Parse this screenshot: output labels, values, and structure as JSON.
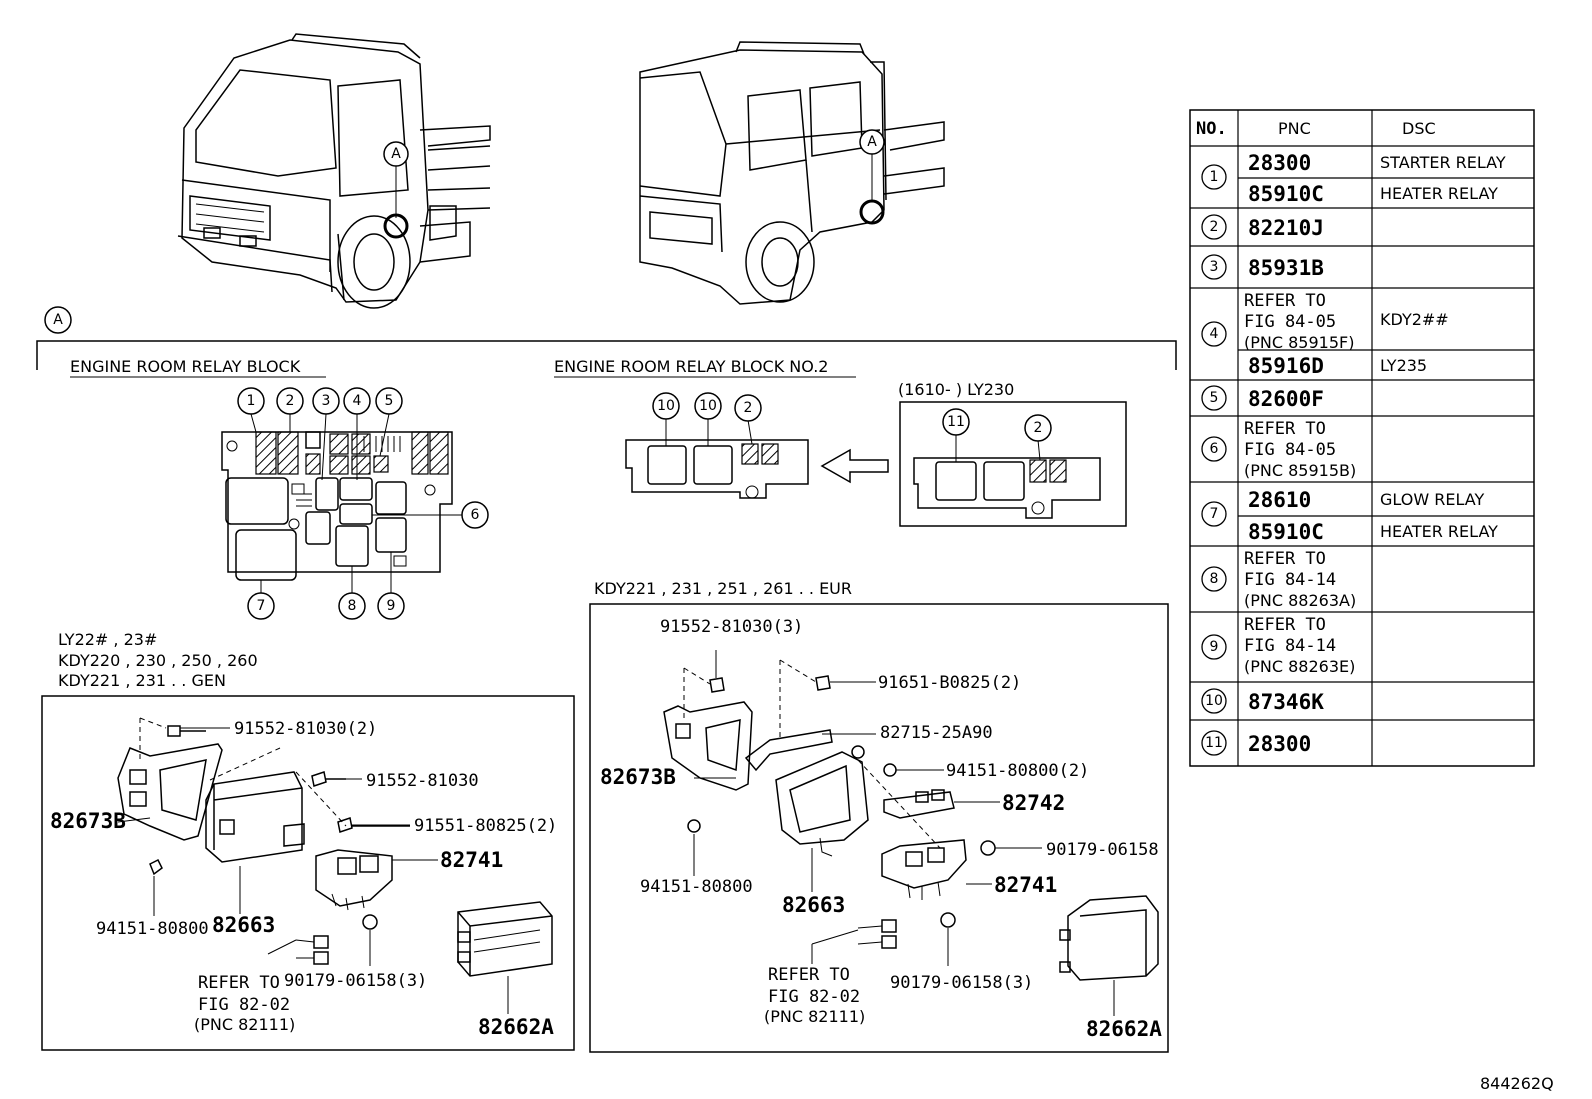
{
  "section_marker": "A",
  "callout_A": "A",
  "relay_block": {
    "title": "ENGINE ROOM RELAY BLOCK",
    "callouts": [
      "1",
      "2",
      "3",
      "4",
      "5",
      "6",
      "7",
      "8",
      "9"
    ]
  },
  "relay_block_no2": {
    "title": "ENGINE ROOM RELAY BLOCK NO.2",
    "callouts": [
      "10",
      "10",
      "2"
    ],
    "variant_label": "(1610-       ) LY230",
    "variant_callouts": [
      "11",
      "2"
    ]
  },
  "left_box": {
    "heading": [
      "LY22# , 23#",
      "KDY220 , 230 , 250 , 260",
      "KDY221 , 231 . . GEN"
    ],
    "parts": {
      "p1": "91552-81030(2)",
      "p2": "91552-81030",
      "p3": "91551-80825(2)",
      "p4": "82741",
      "p5": "82673B",
      "p6": "94151-80800",
      "p7": "82663",
      "p8": "90179-06158(3)",
      "p9": "82662A"
    },
    "refer": [
      "REFER TO",
      "FIG 82-02",
      "(PNC 82111)"
    ]
  },
  "right_box": {
    "heading": "KDY221 , 231 , 251 , 261 . . EUR",
    "parts": {
      "p1": "91552-81030(3)",
      "p2": "91651-B0825(2)",
      "p3": "82715-25A90",
      "p4": "94151-80800(2)",
      "p5": "82742",
      "p6": "90179-06158",
      "p7": "82741",
      "p8": "82673B",
      "p9": "94151-80800",
      "p10": "82663",
      "p11": "90179-06158(3)",
      "p12": "82662A"
    },
    "refer": [
      "REFER TO",
      "FIG 82-02",
      "(PNC 82111)"
    ]
  },
  "table": {
    "headers": [
      "NO.",
      "PNC",
      "DSC"
    ],
    "rows": [
      {
        "no": "1",
        "pnc": "28300",
        "dsc": "STARTER RELAY"
      },
      {
        "no": "",
        "pnc": "85910C",
        "dsc": "HEATER RELAY"
      },
      {
        "no": "2",
        "pnc": "82210J",
        "dsc": ""
      },
      {
        "no": "3",
        "pnc": "85931B",
        "dsc": ""
      },
      {
        "no": "4",
        "pnc": "REFER TO|FIG 84-05|(PNC 85915F)",
        "dsc": "KDY2##"
      },
      {
        "no": "",
        "pnc": "85916D",
        "dsc": "LY235"
      },
      {
        "no": "5",
        "pnc": "82600F",
        "dsc": ""
      },
      {
        "no": "6",
        "pnc": "REFER TO|FIG 84-05|(PNC 85915B)",
        "dsc": ""
      },
      {
        "no": "7",
        "pnc": "28610",
        "dsc": "GLOW RELAY"
      },
      {
        "no": "",
        "pnc": "85910C",
        "dsc": "HEATER RELAY"
      },
      {
        "no": "8",
        "pnc": "REFER TO|FIG 84-14|(PNC 88263A)",
        "dsc": ""
      },
      {
        "no": "9",
        "pnc": "REFER TO|FIG 84-14|(PNC 88263E)",
        "dsc": ""
      },
      {
        "no": "10",
        "pnc": "87346K",
        "dsc": ""
      },
      {
        "no": "11",
        "pnc": "28300",
        "dsc": ""
      }
    ]
  },
  "figure_id": "844262Q"
}
